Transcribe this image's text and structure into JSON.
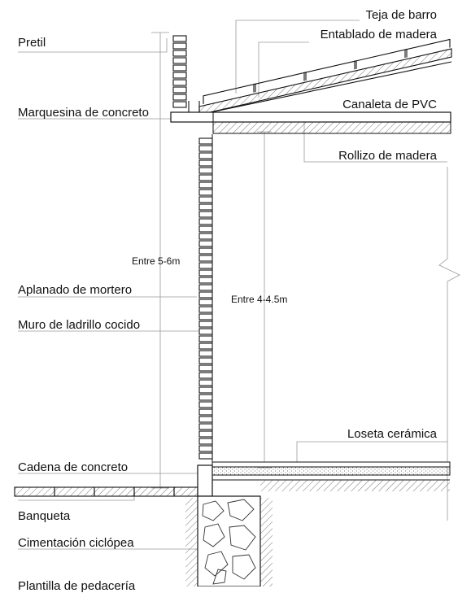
{
  "labels": {
    "teja": "Teja de barro",
    "entablado": "Entablado de madera",
    "pretil": "Pretil",
    "canaleta": "Canaleta de PVC",
    "marquesina": "Marquesina de concreto",
    "rollizo": "Rollizo de madera",
    "entre_5_6": "Entre 5-6m",
    "aplanado": "Aplanado de mortero",
    "entre_4_45": "Entre 4-4.5m",
    "muro": "Muro de ladrillo cocido",
    "loseta": "Loseta cerámica",
    "cadena": "Cadena de concreto",
    "banqueta": "Banqueta",
    "cimentacion": "Cimentación ciclópea",
    "plantilla": "Plantilla de pedacería"
  }
}
